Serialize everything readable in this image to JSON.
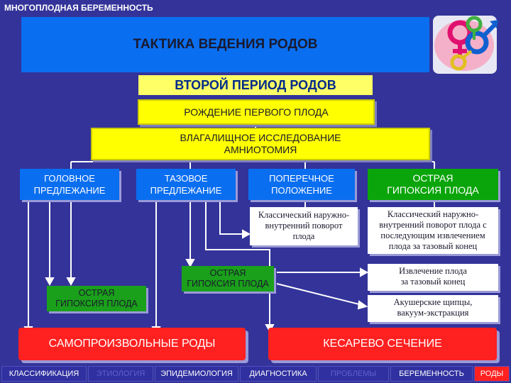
{
  "header": {
    "topbar": "МНОГОПЛОДНАЯ БЕРЕМЕННОСТЬ",
    "title": "ТАКТИКА ВЕДЕНИЯ РОДОВ",
    "subtitle": "ВТОРОЙ ПЕРИОД РОДОВ"
  },
  "flow": {
    "birth_first": "РОЖДЕНИЕ ПЕРВОГО ПЛОДА",
    "exam_line1": "ВЛАГАЛИЩНОЕ ИССЛЕДОВАНИЕ",
    "exam_line2": "АМНИОТОМИЯ",
    "head_line1": "ГОЛОВНОЕ",
    "head_line2": "ПРЕДЛЕЖАНИЕ",
    "pelvic_line1": "ТАЗОВОЕ",
    "pelvic_line2": "ПРЕДЛЕЖАНИЕ",
    "transverse_line1": "ПОПЕРЕЧНОЕ",
    "transverse_line2": "ПОЛОЖЕНИЕ",
    "hypoxia_top_line1": "ОСТРАЯ",
    "hypoxia_top_line2": "ГИПОКСИЯ ПЛОДА",
    "version_line1": "Классический наружно-",
    "version_line2": "внутренний поворот",
    "version_line3": "плода",
    "version_ext_line1": "Классический наружно-",
    "version_ext_line2": "внутренний поворот плода с",
    "version_ext_line3": "последующим извлечением",
    "version_ext_line4": "плода за тазовый конец",
    "hypoxia_mid_line1": "ОСТРАЯ",
    "hypoxia_mid_line2": "ГИПОКСИЯ ПЛОДА",
    "extraction_line1": "Извлечение плода",
    "extraction_line2": "за тазовый конец",
    "hypoxia_left_line1": "ОСТРАЯ",
    "hypoxia_left_line2": "ГИПОКСИЯ ПЛОДА",
    "forceps_line1": "Акушерские щипцы,",
    "forceps_line2": "вакуум-экстракция",
    "spontaneous": "САМОПРОИЗВОЛЬНЫЕ РОДЫ",
    "cesarean": "КЕСАРЕВО СЕЧЕНИЕ"
  },
  "nav": [
    {
      "label": "КЛАССИФИКАЦИЯ",
      "state": "normal"
    },
    {
      "label": "ЭТИОЛОГИЯ",
      "state": "dim"
    },
    {
      "label": "ЭПИДЕМИОЛОГИЯ",
      "state": "normal"
    },
    {
      "label": "ДИАГНОСТИКА",
      "state": "normal"
    },
    {
      "label": "ПРОБЛЕМЫ",
      "state": "dim"
    },
    {
      "label": "БЕРЕМЕННОСТЬ",
      "state": "normal"
    },
    {
      "label": "РОДЫ",
      "state": "active"
    }
  ],
  "colors": {
    "background": "#33339a",
    "title_bar": "#0a6ef0",
    "yellow": "#ffff00",
    "blue_box": "#0a6ef0",
    "green_box": "#0aa50a",
    "red_box": "#ff2020"
  },
  "logo": {
    "icon": "gender-symbols-icon"
  }
}
